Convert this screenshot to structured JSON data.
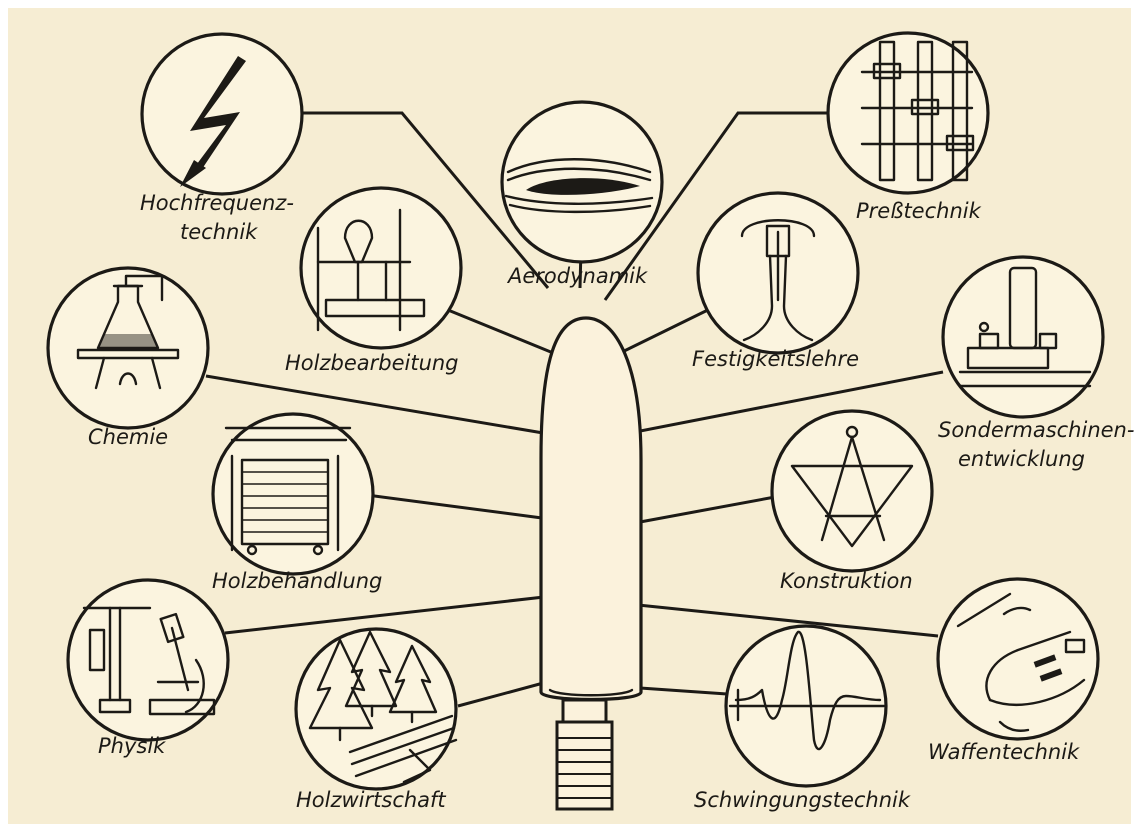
{
  "colors": {
    "paper": "#f6edd3",
    "ink": "#1c1a16",
    "circle_fill": "#fbf4df",
    "body_fill": "#fbf2dc"
  },
  "topics": {
    "hochfrequenz": {
      "line1": "Hochfrequenz-",
      "line2": "technik",
      "icon": "lightning-arrow-icon"
    },
    "aerodynamik": {
      "label": "Aerodynamik",
      "icon": "airfoil-icon"
    },
    "presstechnik": {
      "label": "Preßtechnik",
      "icon": "press-stack-icon"
    },
    "holzbearbeitung": {
      "label": "Holzbearbeitung",
      "icon": "band-saw-icon"
    },
    "festigkeitslehre": {
      "label": "Festigkeitslehre",
      "icon": "tensile-specimen-icon"
    },
    "chemie": {
      "label": "Chemie",
      "icon": "flask-icon"
    },
    "sondermaschinen": {
      "line1": "Sondermaschinen-",
      "line2": "entwicklung",
      "icon": "machine-icon"
    },
    "holzbehandlung": {
      "label": "Holzbehandlung",
      "icon": "wood-stack-icon"
    },
    "konstruktion": {
      "label": "Konstruktion",
      "icon": "compass-triangle-icon"
    },
    "physik": {
      "label": "Physik",
      "icon": "microscope-icon"
    },
    "holzwirtschaft": {
      "label": "Holzwirtschaft",
      "icon": "forest-logs-icon"
    },
    "schwingungstechnik": {
      "label": "Schwingungstechnik",
      "icon": "waveform-icon"
    },
    "waffentechnik": {
      "label": "Waffentechnik",
      "icon": "aircraft-nose-icon"
    }
  }
}
